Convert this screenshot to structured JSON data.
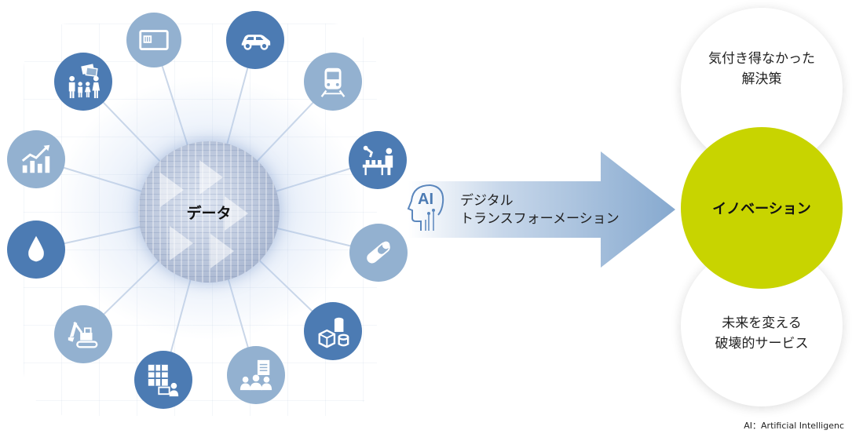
{
  "center": {
    "label": "データ"
  },
  "process": {
    "line1": "デジタル",
    "line2": "トランスフォーメーション",
    "ai_badge": "AI"
  },
  "outcomes": {
    "top": {
      "line1": "気付き得なかった",
      "line2": "解決策"
    },
    "middle": {
      "label": "イノベーション"
    },
    "bottom": {
      "line1": "未来を変える",
      "line2": "破壊的サービス"
    }
  },
  "footnote": "AI：Artificial Intelligenc",
  "colors": {
    "node_dark": "#4c7bb3",
    "node_light": "#93b1d0",
    "arrow": "#8fb0d2",
    "innovation": "#c8d400"
  },
  "nodes": [
    {
      "name": "credit-card-icon",
      "tone": "light"
    },
    {
      "name": "car-icon",
      "tone": "dark"
    },
    {
      "name": "train-icon",
      "tone": "light"
    },
    {
      "name": "factory-robot-icon",
      "tone": "dark"
    },
    {
      "name": "medicine-capsule-icon",
      "tone": "light"
    },
    {
      "name": "logistics-boxes-icon",
      "tone": "dark"
    },
    {
      "name": "meeting-document-icon",
      "tone": "light"
    },
    {
      "name": "server-operator-icon",
      "tone": "dark"
    },
    {
      "name": "excavator-icon",
      "tone": "light"
    },
    {
      "name": "water-drop-icon",
      "tone": "dark"
    },
    {
      "name": "growth-chart-icon",
      "tone": "light"
    },
    {
      "name": "family-icon",
      "tone": "dark"
    }
  ]
}
